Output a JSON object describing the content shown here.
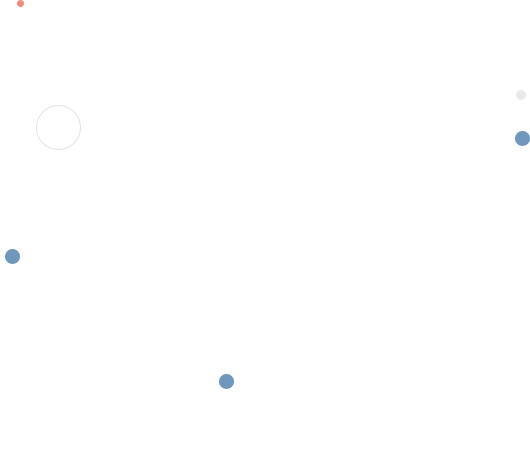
{
  "colors": {
    "background": "#ffffff",
    "salmon": "#f28b7a",
    "ring_border": "#e3e3e3",
    "light_grey": "#e9e9e9",
    "steel_blue": "#6f97bc"
  },
  "shapes": [
    {
      "id": "dot-salmon",
      "kind": "filled-circle",
      "color": "salmon"
    },
    {
      "id": "ring-outline",
      "kind": "outlined-circle",
      "color": "ring_border"
    },
    {
      "id": "dot-grey",
      "kind": "filled-circle",
      "color": "light_grey"
    },
    {
      "id": "dot-blue-right",
      "kind": "filled-circle",
      "color": "steel_blue"
    },
    {
      "id": "dot-blue-left",
      "kind": "filled-circle",
      "color": "steel_blue"
    },
    {
      "id": "dot-blue-bottom",
      "kind": "filled-circle",
      "color": "steel_blue"
    }
  ]
}
